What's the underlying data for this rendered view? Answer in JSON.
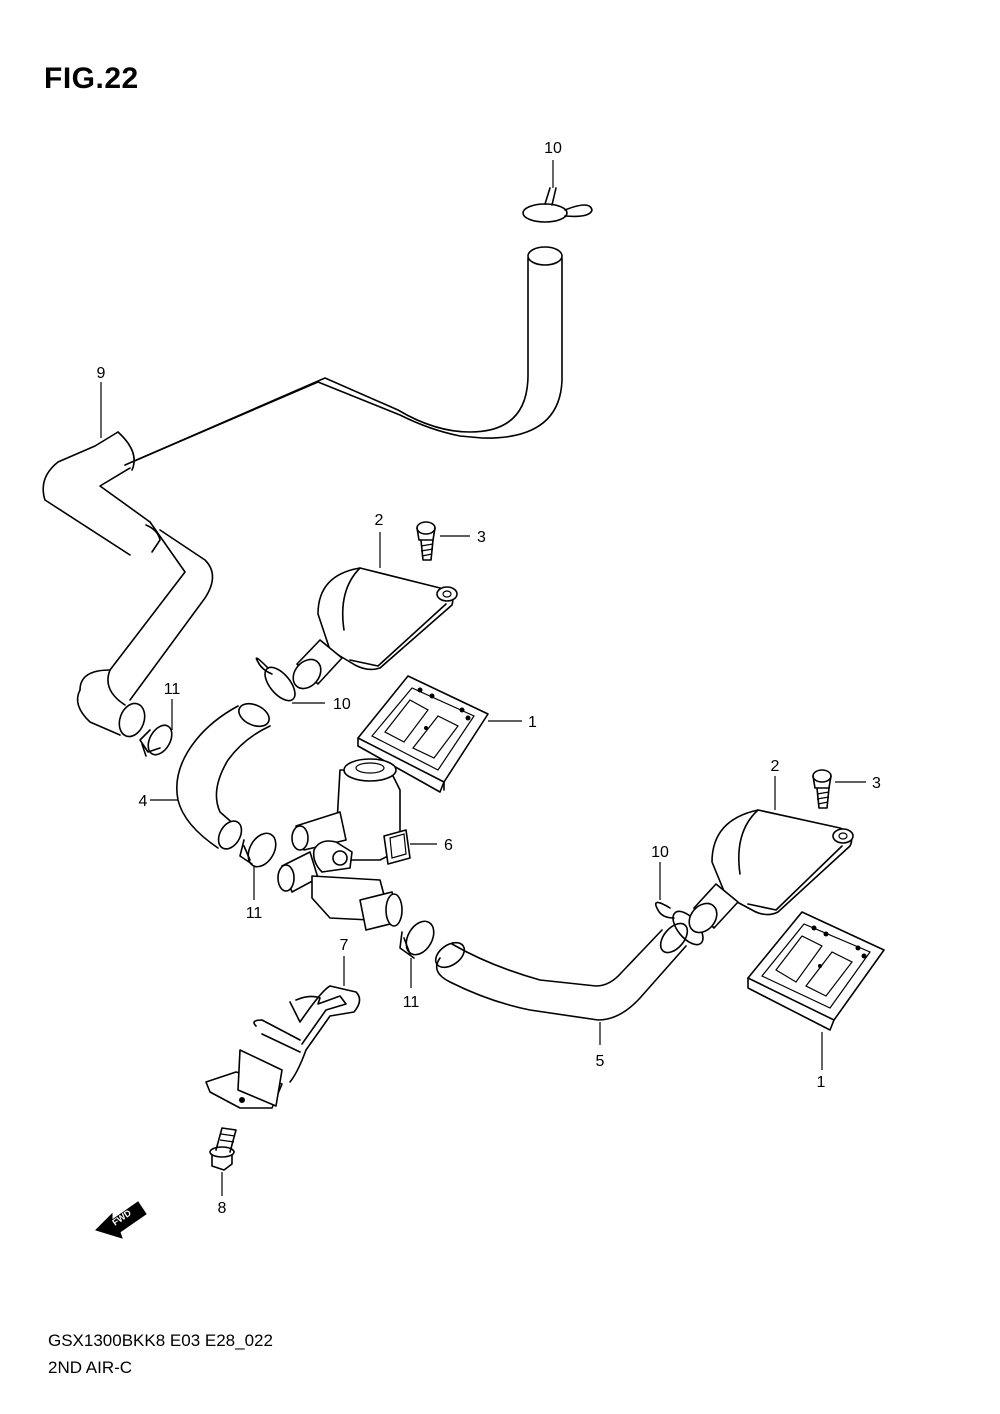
{
  "figure": {
    "title": "FIG.22",
    "model_code": "GSX1300BKK8 E03 E28_022",
    "section_name": "2ND AIR-C"
  },
  "callouts": {
    "p1a": "1",
    "p1b": "1",
    "p2a": "2",
    "p2b": "2",
    "p3a": "3",
    "p3b": "3",
    "p4": "4",
    "p5": "5",
    "p6": "6",
    "p7": "7",
    "p8": "8",
    "p9": "9",
    "p10a": "10",
    "p10b": "10",
    "p10c": "10",
    "p11a": "11",
    "p11b": "11",
    "p11c": "11"
  },
  "fwd_label": "FWD"
}
